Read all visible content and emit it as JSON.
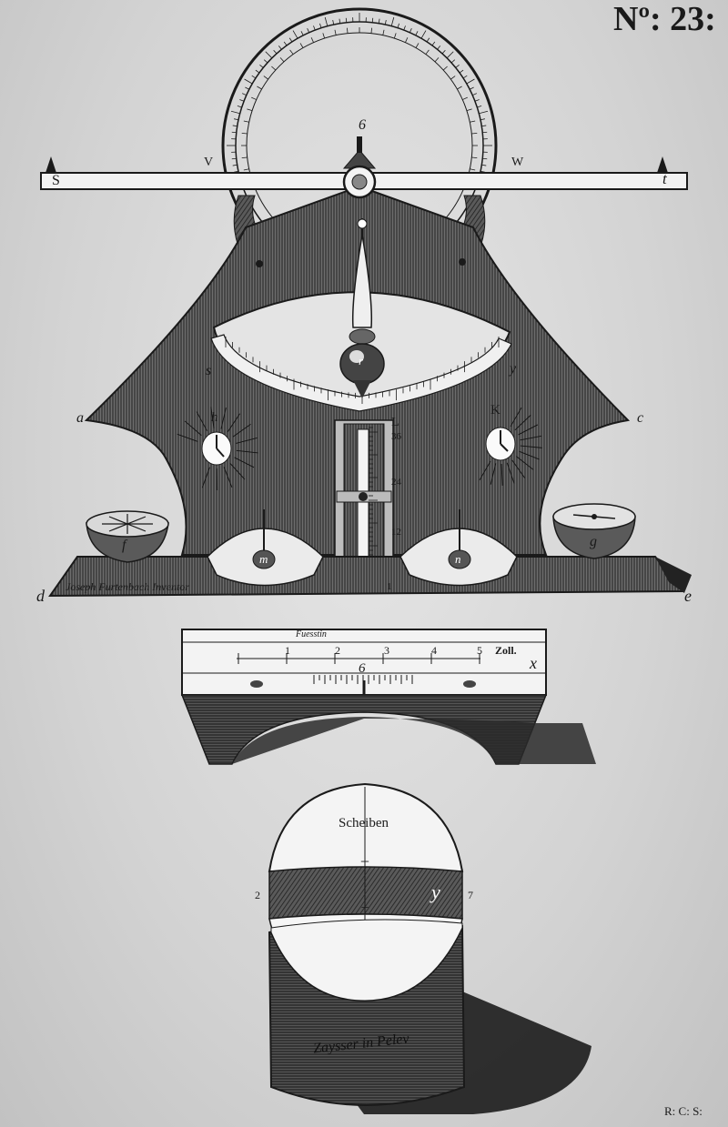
{
  "plate_number": "Nº: 23:",
  "inventor_inscription": "Joseph Furtenbach Inventor",
  "letters": {
    "six_top": "6",
    "S": "S",
    "V": "V",
    "W": "W",
    "t": "t",
    "a": "a",
    "c": "c",
    "d": "d",
    "e": "e",
    "f": "f",
    "g": "g",
    "h": "h",
    "K": "K",
    "m": "m",
    "n": "n",
    "r": "r",
    "s": "s",
    "y_arc": "y",
    "L": "L",
    "x_mark": "x"
  },
  "slide_scale_numbers": [
    "36",
    "24",
    "12"
  ],
  "slide_bottom_number": "1",
  "ruler": {
    "title": "Fuesstin",
    "numbers": [
      "1",
      "2",
      "3",
      "4",
      "5"
    ],
    "unit_label": "Zoll.",
    "mid_label": "6",
    "end_mark": "x"
  },
  "disc": {
    "title": "Scheiben",
    "left_number": "2",
    "right_number": "7",
    "band_letter": "y",
    "case_label": "Zaysser in Pelev"
  },
  "corner_mark": "R: C: S:",
  "colors": {
    "ink": "#1a1a1a",
    "paper": "#d6d6d6",
    "hatch": "#4a4a4a"
  }
}
